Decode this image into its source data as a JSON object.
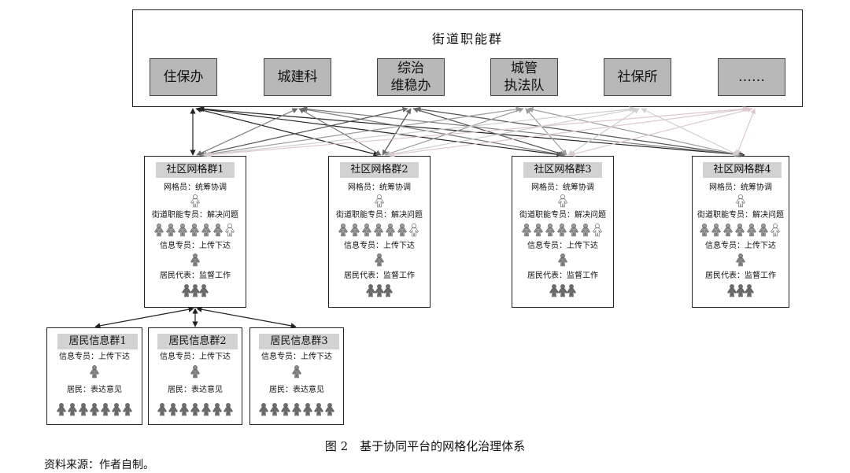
{
  "top": {
    "title": "街道职能群",
    "departments": [
      "住保办",
      "城建科",
      "综治\n维稳办",
      "城管\n执法队",
      "社保所",
      "……"
    ]
  },
  "grids": [
    {
      "title": "社区网格群1",
      "coordinator": "网格员：统筹协调",
      "street_staff": "街道职能专员：解决问题",
      "info_staff": "信息专员：上传下达",
      "rep": "居民代表：监督工作"
    },
    {
      "title": "社区网格群2",
      "coordinator": "网格员：统筹协调",
      "street_staff": "街道职能专员：解决问题",
      "info_staff": "信息专员：上传下达",
      "rep": "居民代表：监督工作"
    },
    {
      "title": "社区网格群3",
      "coordinator": "网格员：统筹协调",
      "street_staff": "街道职能专员：解决问题",
      "info_staff": "信息专员：上传下达",
      "rep": "居民代表：监督工作"
    },
    {
      "title": "社区网格群4",
      "coordinator": "网格员：统筹协调",
      "street_staff": "街道职能专员：解决问题",
      "info_staff": "信息专员：上传下达",
      "rep": "居民代表：监督工作"
    }
  ],
  "residents": [
    {
      "title": "居民信息群1",
      "info_staff": "信息专员：上传下达",
      "residents": "居民：表达意见"
    },
    {
      "title": "居民信息群2",
      "info_staff": "信息专员：上传下达",
      "residents": "居民：表达意见"
    },
    {
      "title": "居民信息群3",
      "info_staff": "信息专员：上传下达",
      "residents": "居民：表达意见"
    }
  ],
  "caption": "图 2　基于协同平台的网格化治理体系",
  "source": "资料来源：作者自制。",
  "colors": {
    "dept_fill": "#b8b8b8",
    "title_fill": "#d2d2d2",
    "figure_dark": "#6e6e6e",
    "figure_mid": "#9a9a9a",
    "figure_light": "#ffffff"
  }
}
